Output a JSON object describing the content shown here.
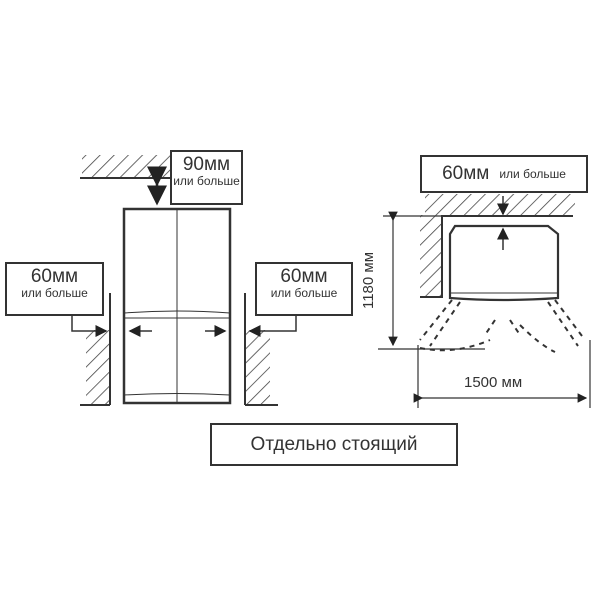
{
  "front_view": {
    "top_clearance": {
      "value": "90мм",
      "note": "или больше"
    },
    "left_clearance": {
      "value": "60мм",
      "note": "или больше"
    },
    "right_clearance": {
      "value": "60мм",
      "note": "или больше"
    }
  },
  "top_view": {
    "back_clearance": {
      "value": "60мм",
      "note": "или больше"
    },
    "depth_dimension": "1180 мм",
    "width_dimension": "1500 мм"
  },
  "caption": "Отдельно стоящий",
  "colors": {
    "line": "#333333",
    "background": "#ffffff"
  }
}
